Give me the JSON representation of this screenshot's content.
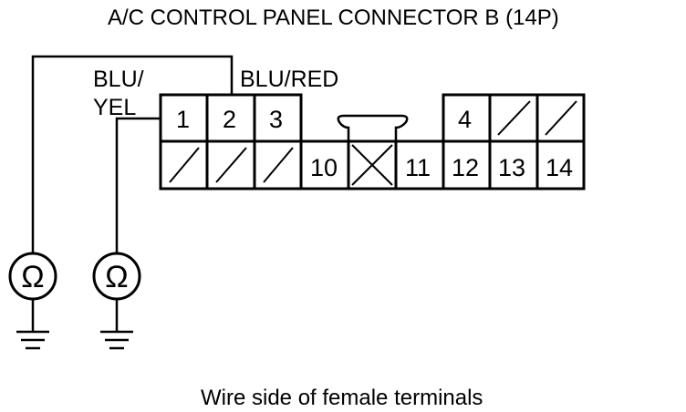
{
  "title": "A/C CONTROL PANEL CONNECTOR B (14P)",
  "caption": "Wire side of female terminals",
  "wires": {
    "left_label_line1": "BLU/",
    "left_label_line2": "YEL",
    "right_label": "BLU/RED"
  },
  "terminals": {
    "t1": "1",
    "t2": "2",
    "t3": "3",
    "t4": "4",
    "t10": "10",
    "t11": "11",
    "t12": "12",
    "t13": "13",
    "t14": "14"
  },
  "meters": {
    "symbol": "Ω"
  },
  "icons": {
    "ohmmeter": "ohmmeter-icon",
    "ground": "ground-icon",
    "empty_cavity": "slash-mark",
    "lock_tab": "connector-lock-tab"
  }
}
